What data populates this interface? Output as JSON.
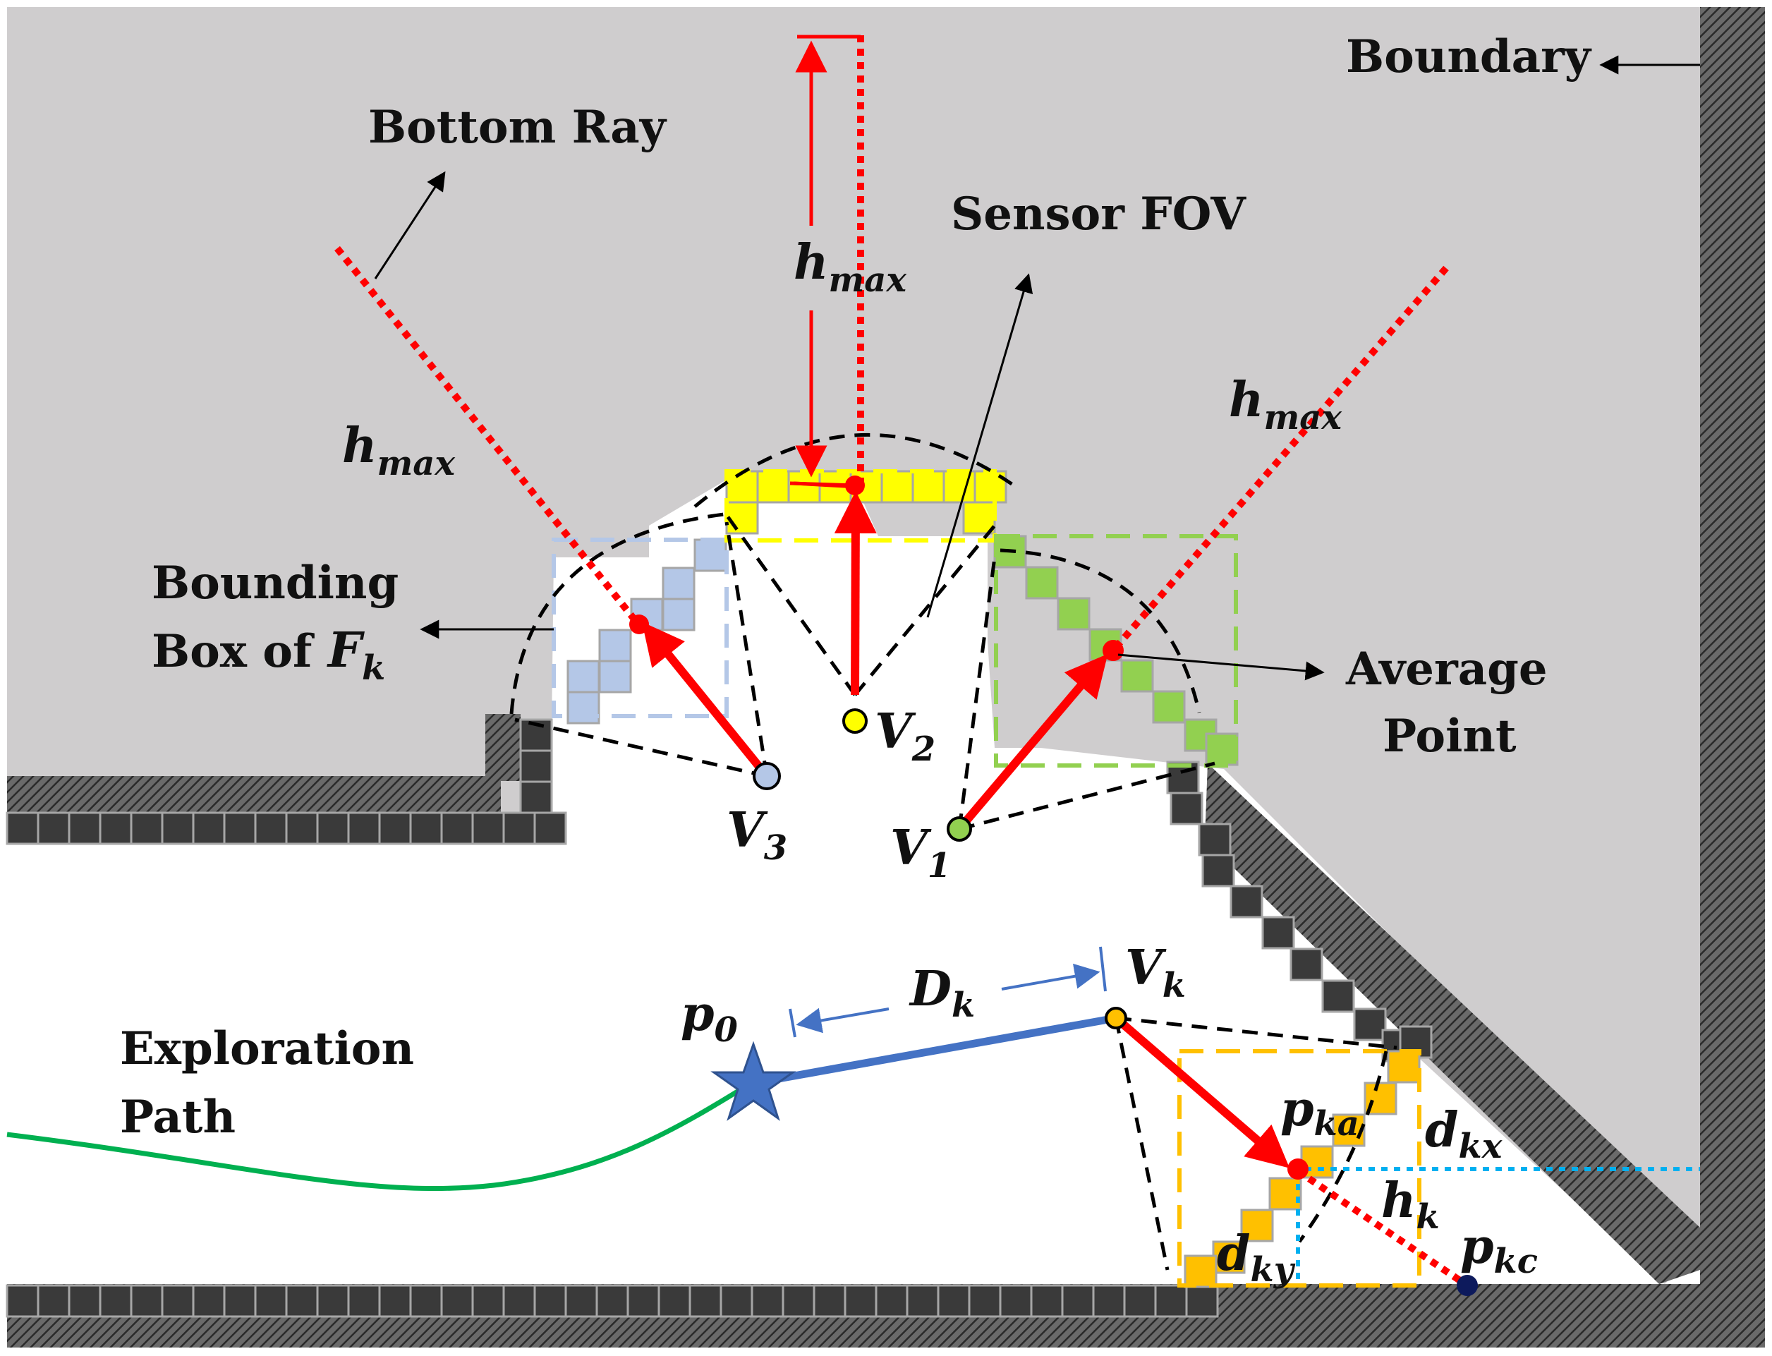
{
  "labels": {
    "boundary": "Boundary",
    "bottom_ray": "Bottom Ray",
    "sensor_fov": "Sensor FOV",
    "bounding_box_line1": "Bounding",
    "bounding_box_line2": "Box of",
    "bounding_box_math": "F",
    "bounding_box_sub": "k",
    "average_point_line1": "Average",
    "average_point_line2": "Point",
    "exploration_path_line1": "Exploration",
    "exploration_path_line2": "Path"
  },
  "math": {
    "h": "h",
    "max": "max",
    "V": "V",
    "v1_sub": "1",
    "v2_sub": "2",
    "v3_sub": "3",
    "vk_sub": "k",
    "p": "p",
    "p0_sub": "0",
    "D": "D",
    "dk_sub": "k",
    "pka_sub": "ka",
    "pkc_sub": "kc",
    "d": "d",
    "dkx_sub": "kx",
    "dky_sub": "ky",
    "hk_sub": "k"
  },
  "colors": {
    "unknown_space": "#cfcdce",
    "wall_block": "#3a3a3a",
    "frontier_yellow": "#ffff00",
    "frontier_green": "#92d050",
    "frontier_blue": "#b4c7e7",
    "frontier_orange": "#ffc000",
    "ray_red": "#ff0000",
    "distance_blue": "#4472c4",
    "path_green": "#00b050",
    "helper_cyan": "#00b0f0"
  }
}
